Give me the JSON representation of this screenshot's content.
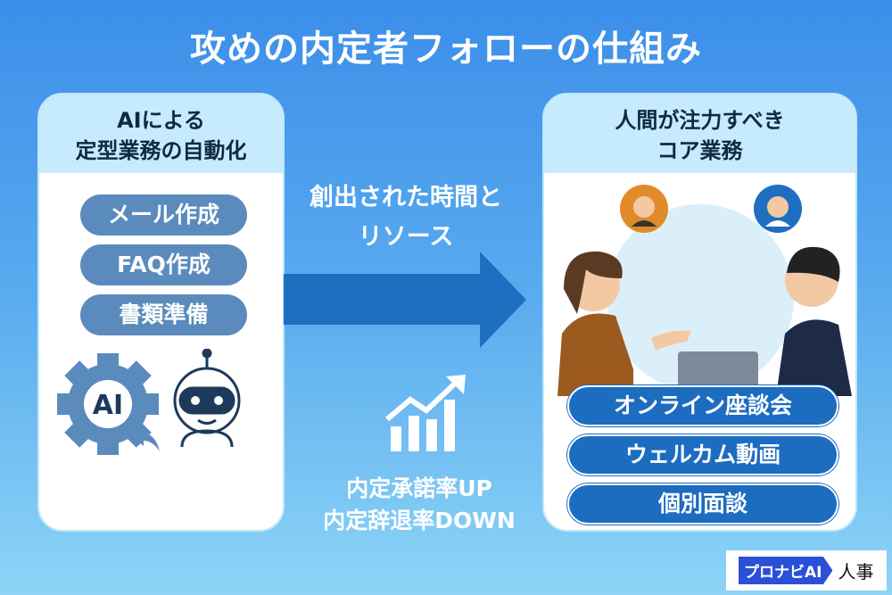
{
  "title": "攻めの内定者フォローの仕組み",
  "left_card": {
    "heading_line1": "AIによる",
    "heading_line2": "定型業務の自動化",
    "items": [
      "メール作成",
      "FAQ作成",
      "書類準備"
    ],
    "gear_label": "AI"
  },
  "middle": {
    "arrow_label_line1": "創出された時間と",
    "arrow_label_line2": "リソース",
    "result_line1": "内定承諾率UP",
    "result_line2": "内定辞退率DOWN"
  },
  "right_card": {
    "heading_line1": "人間が注力すべき",
    "heading_line2": "コア業務",
    "items": [
      "オンライン座談会",
      "ウェルカム動画",
      "個別面談"
    ]
  },
  "logo": {
    "brand": "プロナビAI",
    "suffix": "人事"
  },
  "colors": {
    "arrow": "#1f6fc0",
    "left_pill": "#5b8bbd",
    "right_pill": "#1c6cc0"
  }
}
